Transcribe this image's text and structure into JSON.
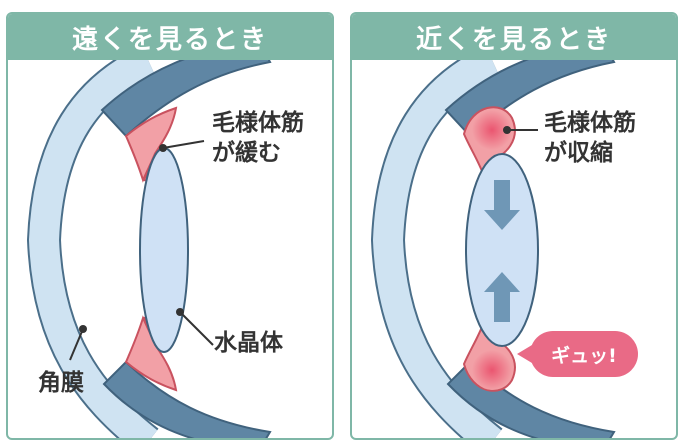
{
  "panels": {
    "far": {
      "title": "遠くを見るとき",
      "muscle_label_line1": "毛様体筋",
      "muscle_label_line2": "が緩む",
      "lens_label": "水晶体",
      "cornea_label": "角膜"
    },
    "near": {
      "title": "近くを見るとき",
      "muscle_label_line1": "毛様体筋",
      "muscle_label_line2": "が収縮",
      "callout": "ギュッ!"
    }
  },
  "colors": {
    "header": "#7fb7a7",
    "cornea": "#cfe3f2",
    "sclera": "#5f86a4",
    "muscle": "#f2a0a6",
    "lens": "#cfe1f5",
    "arrow": "#6f97b6",
    "accent": "#e96a86"
  }
}
